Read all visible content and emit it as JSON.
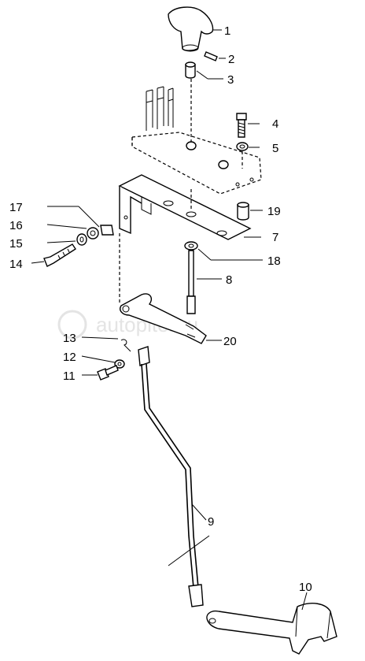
{
  "watermark": "autopiter.ru",
  "callouts": [
    {
      "id": "c1",
      "label": "1"
    },
    {
      "id": "c2",
      "label": "2"
    },
    {
      "id": "c3",
      "label": "3"
    },
    {
      "id": "c4",
      "label": "4"
    },
    {
      "id": "c5",
      "label": "5"
    },
    {
      "id": "c7",
      "label": "7"
    },
    {
      "id": "c8",
      "label": "8"
    },
    {
      "id": "c9",
      "label": "9"
    },
    {
      "id": "c10",
      "label": "10"
    },
    {
      "id": "c11",
      "label": "11"
    },
    {
      "id": "c12",
      "label": "12"
    },
    {
      "id": "c13",
      "label": "13"
    },
    {
      "id": "c14",
      "label": "14"
    },
    {
      "id": "c15",
      "label": "15"
    },
    {
      "id": "c16",
      "label": "16"
    },
    {
      "id": "c17",
      "label": "17"
    },
    {
      "id": "c18",
      "label": "18"
    },
    {
      "id": "c19",
      "label": "19"
    },
    {
      "id": "c20",
      "label": "20"
    }
  ]
}
